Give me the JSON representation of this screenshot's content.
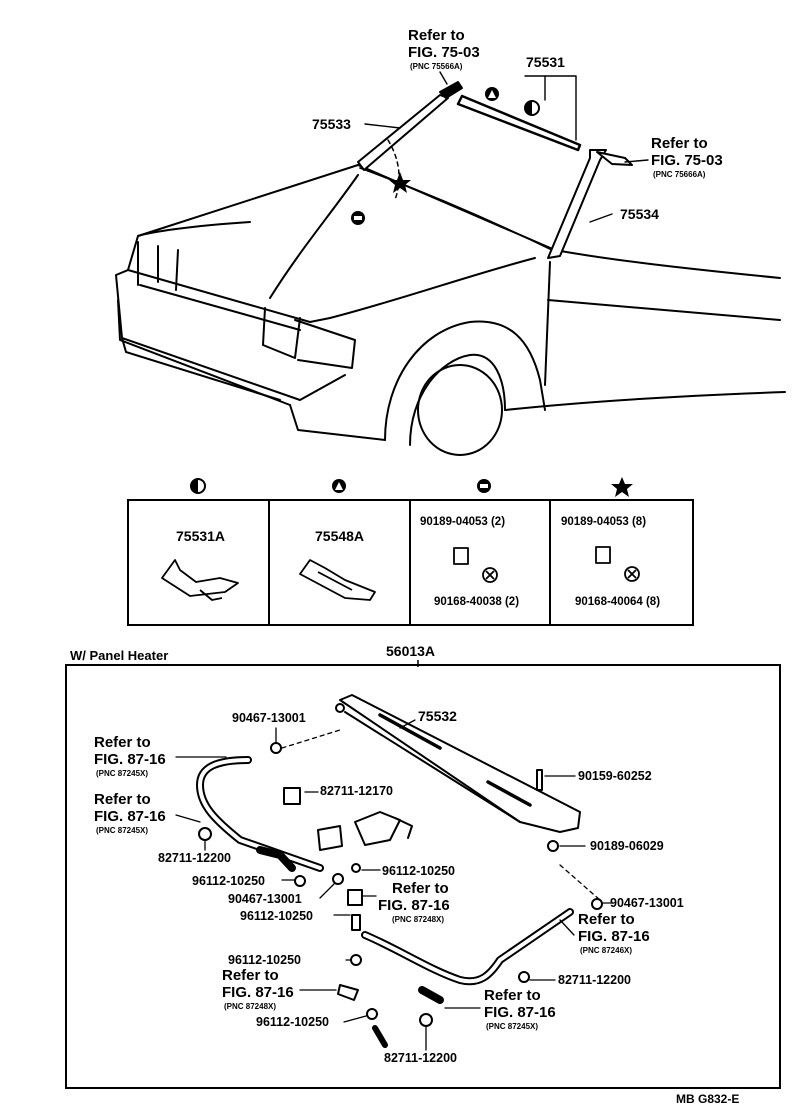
{
  "top": {
    "refer_left": {
      "line1": "Refer to",
      "line2": "FIG. 75-03",
      "pnc": "(PNC 75566A)"
    },
    "refer_right": {
      "line1": "Refer to",
      "line2": "FIG. 75-03",
      "pnc": "(PNC 75666A)"
    },
    "part_75531": "75531",
    "part_75533": "75533",
    "part_75534": "75534"
  },
  "legend": {
    "cells": [
      {
        "symbol": "half-circle",
        "part": "75531A"
      },
      {
        "symbol": "triangle-circle",
        "part": "75548A"
      },
      {
        "symbol": "clip-circle",
        "a": "90189-04053 (2)",
        "b": "90168-40038 (2)"
      },
      {
        "symbol": "star",
        "a": "90189-04053 (8)",
        "b": "90168-40064 (8)"
      }
    ]
  },
  "lower": {
    "section_title": "W/ Panel Heater",
    "assembly": "56013A",
    "parts": {
      "p90467_top": "90467-13001",
      "p75532": "75532",
      "p90159": "90159-60252",
      "p90189": "90189-06029",
      "p82711_12170": "82711-12170",
      "p82711_12200_a": "82711-12200",
      "p96112_a": "96112-10250",
      "p90467_mid": "90467-13001",
      "p96112_b": "96112-10250",
      "p96112_c": "96112-10250",
      "p96112_d": "96112-10250",
      "p96112_e": "96112-10250",
      "p90467_right": "90467-13001",
      "p82711_12200_b": "82711-12200",
      "p82711_12200_c": "82711-12200"
    },
    "refers": {
      "r1": {
        "line1": "Refer to",
        "line2": "FIG. 87-16",
        "pnc": "(PNC 87245X)"
      },
      "r2": {
        "line1": "Refer to",
        "line2": "FIG. 87-16",
        "pnc": "(PNC 87245X)"
      },
      "r3": {
        "line1": "Refer to",
        "line2": "FIG. 87-16",
        "pnc": "(PNC 87248X)"
      },
      "r4": {
        "line1": "Refer to",
        "line2": "FIG. 87-16",
        "pnc": "(PNC 87246X)"
      },
      "r5": {
        "line1": "Refer to",
        "line2": "FIG. 87-16",
        "pnc": "(PNC 87248X)"
      },
      "r6": {
        "line1": "Refer to",
        "line2": "FIG. 87-16",
        "pnc": "(PNC 87245X)"
      }
    }
  },
  "footer": {
    "code": "MB  G832-E"
  }
}
